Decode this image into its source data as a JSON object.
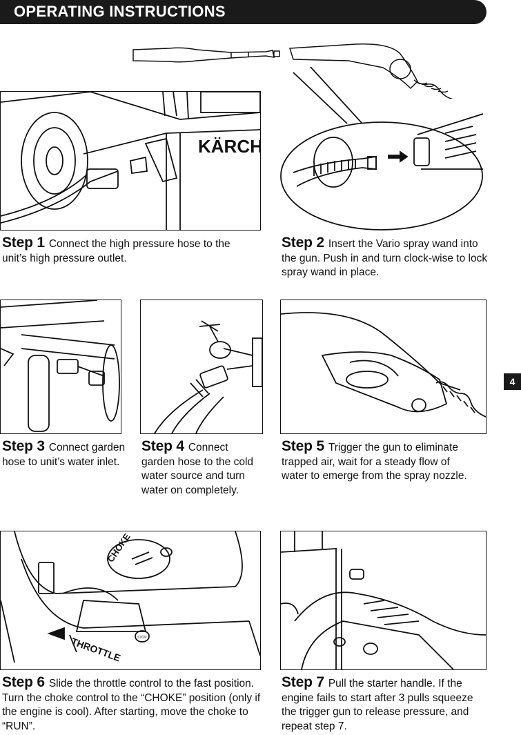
{
  "header": {
    "title": "OPERATING INSTRUCTIONS"
  },
  "page_number": "4",
  "illustration_text": {
    "brand": "KÄRCHER",
    "choke": "CHOKE",
    "throttle": "THROTTLE",
    "stop": "STOP"
  },
  "steps": [
    {
      "label": "Step 1",
      "text": "Connect the high pressure hose to the unit’s high pressure outlet."
    },
    {
      "label": "Step 2",
      "text": "Insert the Vario spray wand into the gun. Push in and turn clock-wise to lock spray wand in place."
    },
    {
      "label": "Step 3",
      "text": "Connect garden hose to unit’s water inlet."
    },
    {
      "label": "Step 4",
      "text": "Connect garden hose to the cold water source and turn water on completely."
    },
    {
      "label": "Step 5",
      "text": "Trigger the gun to eliminate trapped air, wait for a steady flow of water to emerge from the spray nozzle."
    },
    {
      "label": "Step 6",
      "text": "Slide the throttle control to the fast position. Turn the choke control to the “CHOKE” position (only if the engine is cool). After starting, move the choke to “RUN”."
    },
    {
      "label": "Step 7",
      "text": "Pull the starter handle. If the engine fails to start after 3 pulls squeeze the trigger gun to release pressure, and repeat step 7."
    }
  ]
}
